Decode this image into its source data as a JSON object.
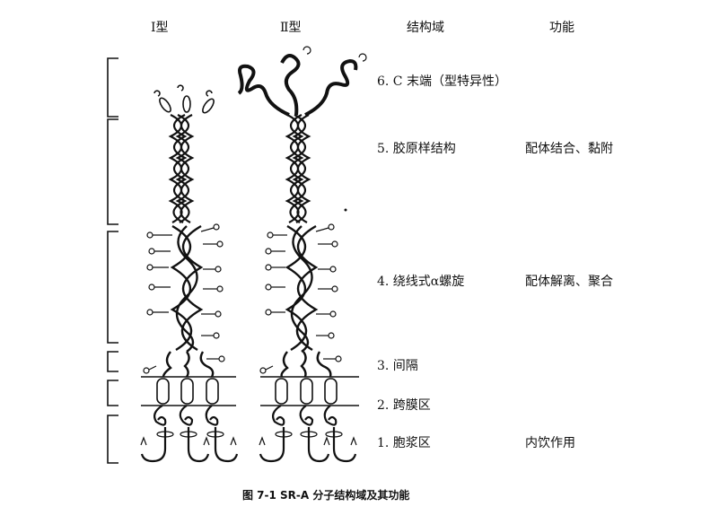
{
  "headers": {
    "type1": "Ⅰ型",
    "type2": "Ⅱ型",
    "domain": "结构域",
    "function": "功能"
  },
  "domains": [
    {
      "label": "6. C 末端（型特异性）",
      "function": ""
    },
    {
      "label": "5. 胶原样结构",
      "function": "配体结合、黏附"
    },
    {
      "label": "4. 绕线式α螺旋",
      "function": "配体解离、聚合"
    },
    {
      "label": "3. 间隔",
      "function": ""
    },
    {
      "label": "2. 跨膜区",
      "function": ""
    },
    {
      "label": "1. 胞浆区",
      "function": "内饮作用"
    }
  ],
  "caption": "图 7-1    SR-A 分子结构域及其功能"
}
